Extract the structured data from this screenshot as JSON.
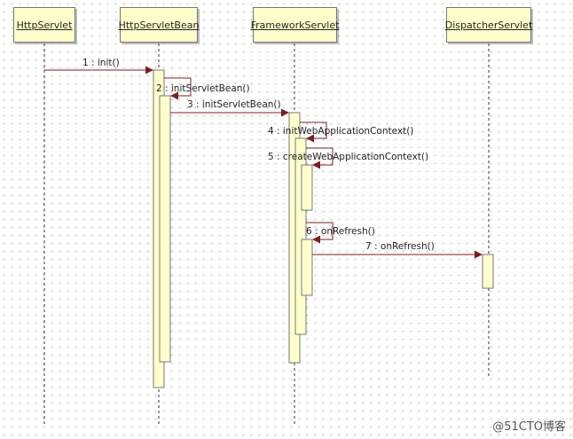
{
  "lifelines": [
    {
      "id": "httpservlet",
      "label": "HttpServlet"
    },
    {
      "id": "httpservletbean",
      "label": "HttpServletBean"
    },
    {
      "id": "frameworkservlet",
      "label": "FrameworkServlet"
    },
    {
      "id": "dispatcherservlet",
      "label": "DispatcherServlet"
    }
  ],
  "messages": [
    {
      "label": "1 : init()"
    },
    {
      "label": "2 : initServletBean()"
    },
    {
      "label": "3 : initServletBean()"
    },
    {
      "label": "4 : initWebApplicationContext()"
    },
    {
      "label": "5 : createWebApplicationContext()"
    },
    {
      "label": "6 : onRefresh()"
    },
    {
      "label": "7 : onRefresh()"
    }
  ],
  "watermark": "@51CTO博客",
  "colors": {
    "activation_fill": "#ffffcc",
    "arrow": "#7a1f1f",
    "border": "#777777"
  }
}
